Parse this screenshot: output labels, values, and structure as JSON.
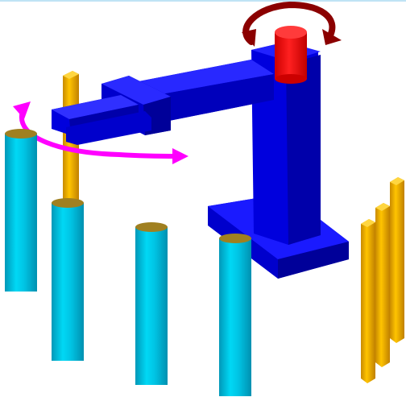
{
  "scene": {
    "background": "#ffffff",
    "top_border_color": "#bfe3f5",
    "colors": {
      "robot_blue": "#0000dd",
      "robot_blue_light": "#1a1aff",
      "robot_blue_dark": "#000099",
      "joint_red": "#ff0000",
      "rotation_arrow": "#8b0000",
      "swing_arrow": "#ff00ff",
      "cyan_post": "#00c8e6",
      "gold_post": "#f0b400"
    },
    "objects": [
      "robot-base",
      "robot-column",
      "robot-arm",
      "gripper-head",
      "red-joint-cap",
      "rotation-arrow",
      "swing-arrow",
      "cyan-post",
      "gold-post"
    ]
  }
}
